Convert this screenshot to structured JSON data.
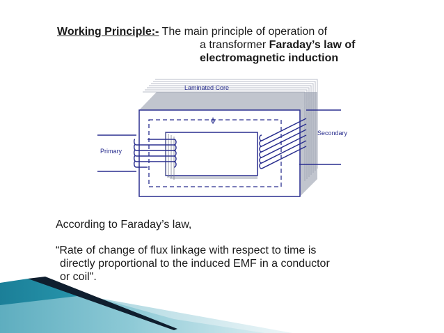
{
  "heading": {
    "label": "Working Principle:-",
    "text1": " The main principle of operation of",
    "text2a": "a transformer ",
    "text2b": "Faraday’s law of",
    "text3": "electromagnetic induction"
  },
  "diagram": {
    "core_label": "Laminated Core",
    "primary_label": "Primary",
    "secondary_label": "Secondary",
    "flux_symbol": "ϕ"
  },
  "body": {
    "intro": "According to Faraday’s law,",
    "quote_line1": "“Rate of change of flux linkage with respect to time is",
    "quote_line2": "directly proportional to the induced EMF in a conductor",
    "quote_line3": "or coil\"."
  },
  "colors": {
    "line_blue": "#2a2f8f",
    "core_gray": "#9aa0ac",
    "accent_teal": "#1d8ea3",
    "accent_dark": "#0f1e2e"
  }
}
